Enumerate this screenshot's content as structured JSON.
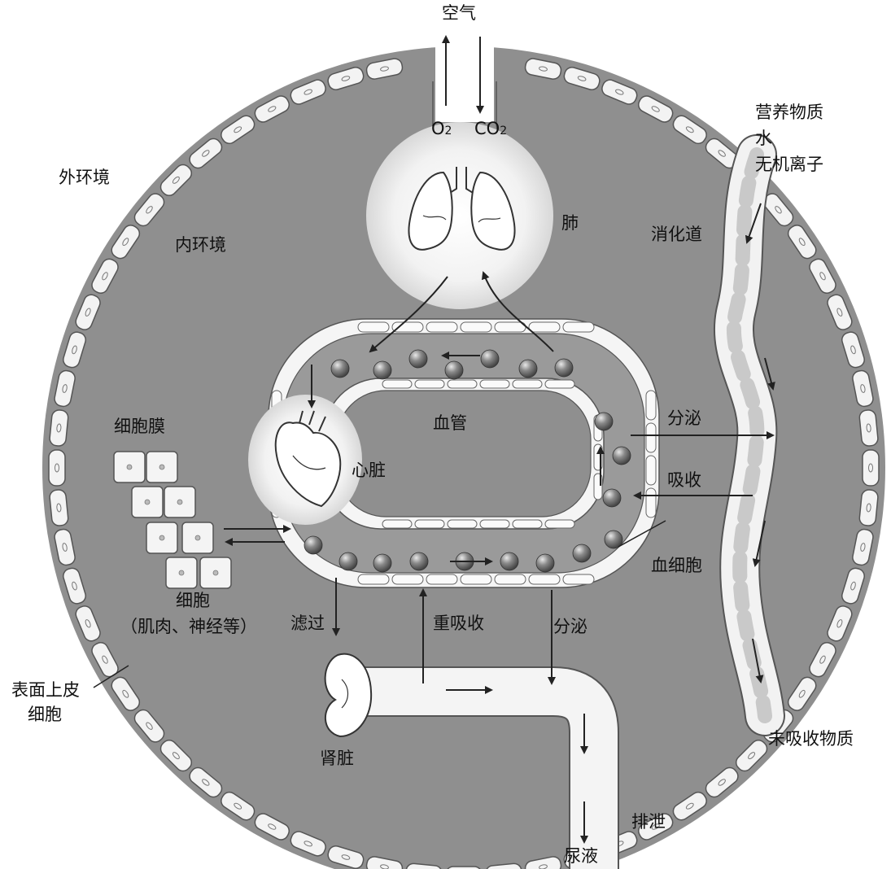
{
  "labels": {
    "air": "空气",
    "o2_main": "O",
    "o2_sub": "2",
    "co2_main": "CO",
    "co2_sub": "2",
    "nutrients": "营养物质",
    "water": "水",
    "ions": "无机离子",
    "external_env": "外环境",
    "internal_env": "内环境",
    "lung": "肺",
    "digestive_tract": "消化道",
    "cell_membrane": "细胞膜",
    "blood_vessel": "血管",
    "heart": "心脏",
    "secrete_upper": "分泌",
    "absorb": "吸收",
    "blood_cell": "血细胞",
    "cell": "细胞",
    "cell_examples": "（肌肉、神经等）",
    "filtration": "滤过",
    "reabsorption": "重吸收",
    "secrete_lower": "分泌",
    "surface_epithelial_1": "表面上皮",
    "surface_epithelial_2": "细胞",
    "kidney": "肾脏",
    "unabsorbed": "未吸收物质",
    "excrete": "排泄",
    "urine": "尿液"
  },
  "colors": {
    "body_fill": "#8f8f8f",
    "epithelium_fill": "#f3f3f3",
    "epithelium_stroke": "#555555",
    "glow": "#f4f4f4",
    "blood_cell": "#6f6f6f",
    "text": "#111111"
  }
}
